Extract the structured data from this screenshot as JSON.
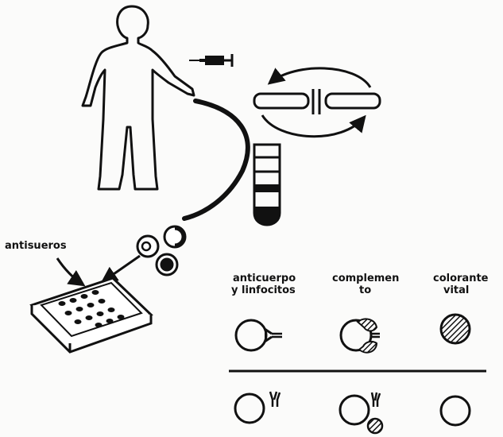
{
  "labels": {
    "antisueros": "antisueros",
    "col1_line1": "anticuerpo",
    "col1_line2": "y linfocitos",
    "col2_line1": "complemen",
    "col2_line2": "to",
    "col3_line1": "colorante",
    "col3_line2": "vital"
  },
  "colors": {
    "ink": "#111111",
    "paper": "#fbfbfa"
  },
  "icons": [
    "human-figure-icon",
    "syringe-icon",
    "centrifuge-rotation-icon",
    "test-tube-icon",
    "lymphocyte-cells-icon",
    "microtiter-tray-icon",
    "antibody-icon",
    "complement-icon",
    "stained-cell-icon"
  ]
}
